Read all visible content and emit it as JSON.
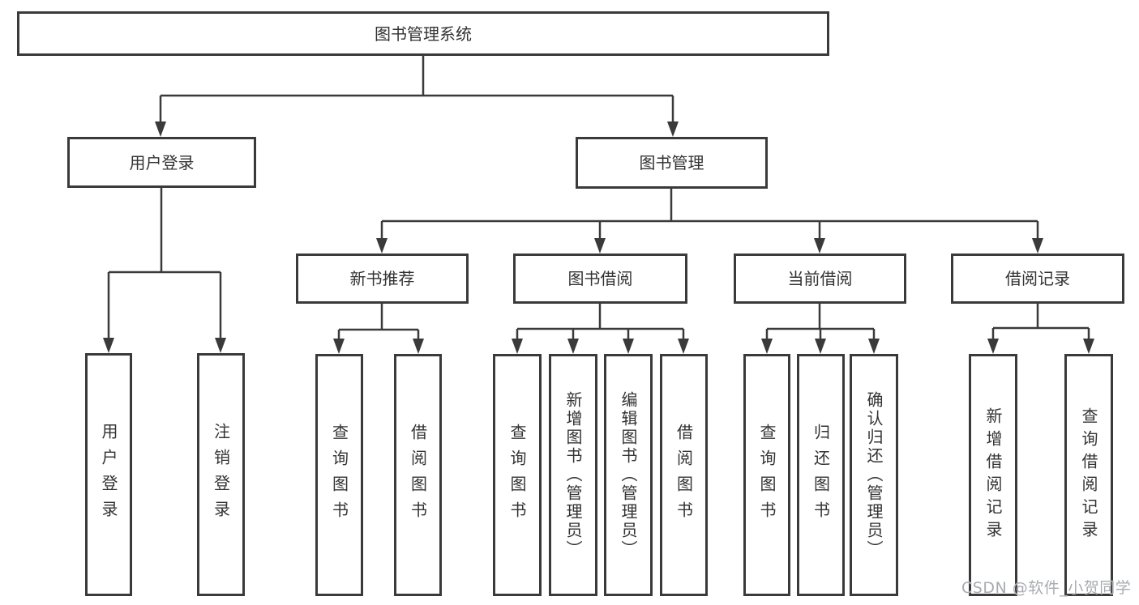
{
  "title": "图书管理系统",
  "level2": {
    "user_login": "用户登录",
    "book_mgmt": "图书管理"
  },
  "level3": [
    "新书推荐",
    "图书借阅",
    "当前借阅",
    "借阅记录"
  ],
  "leaves": {
    "login": [
      "用户登录",
      "注销登录"
    ],
    "newbook": [
      "查询图书",
      "借阅图书"
    ],
    "borrow": [
      "查询图书",
      "新增图书（管理员）",
      "编辑图书（管理员）",
      "借阅图书"
    ],
    "current": [
      "查询图书",
      "归还图书",
      "确认归还（管理员）"
    ],
    "records": [
      "新增借阅记录",
      "查询借阅记录"
    ]
  },
  "watermark": "CSDN @软件_小贺同学",
  "colors": {
    "line": "#3a3a3a",
    "text": "#333333",
    "watermark": "#a8abb0",
    "background": "#ffffff"
  }
}
